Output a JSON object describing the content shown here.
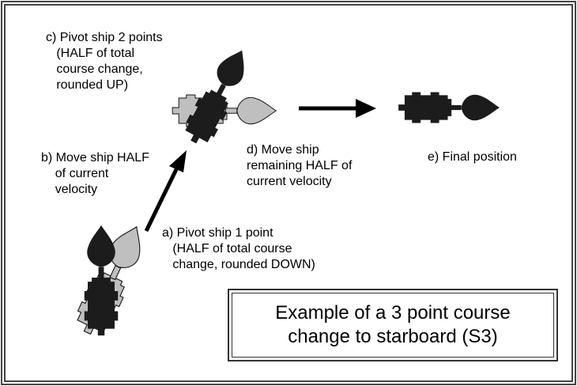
{
  "labels": {
    "step_c": "c) Pivot ship 2 points\n   (HALF of total\n   course change,\n   rounded UP)",
    "step_b": "b) Move ship HALF\n    of current\n    velocity",
    "step_a": "a) Pivot ship 1 point\n   (HALF of total course\n   change, rounded DOWN)",
    "step_d": "d) Move ship\nremaining HALF of\ncurrent velocity",
    "step_e": "e) Final position"
  },
  "title": "Example of a 3 point course\nchange to starboard (S3)",
  "colors": {
    "ship_dark": "#1c1c1c",
    "ship_light": "#bfbfbf",
    "frame": "#444444"
  }
}
